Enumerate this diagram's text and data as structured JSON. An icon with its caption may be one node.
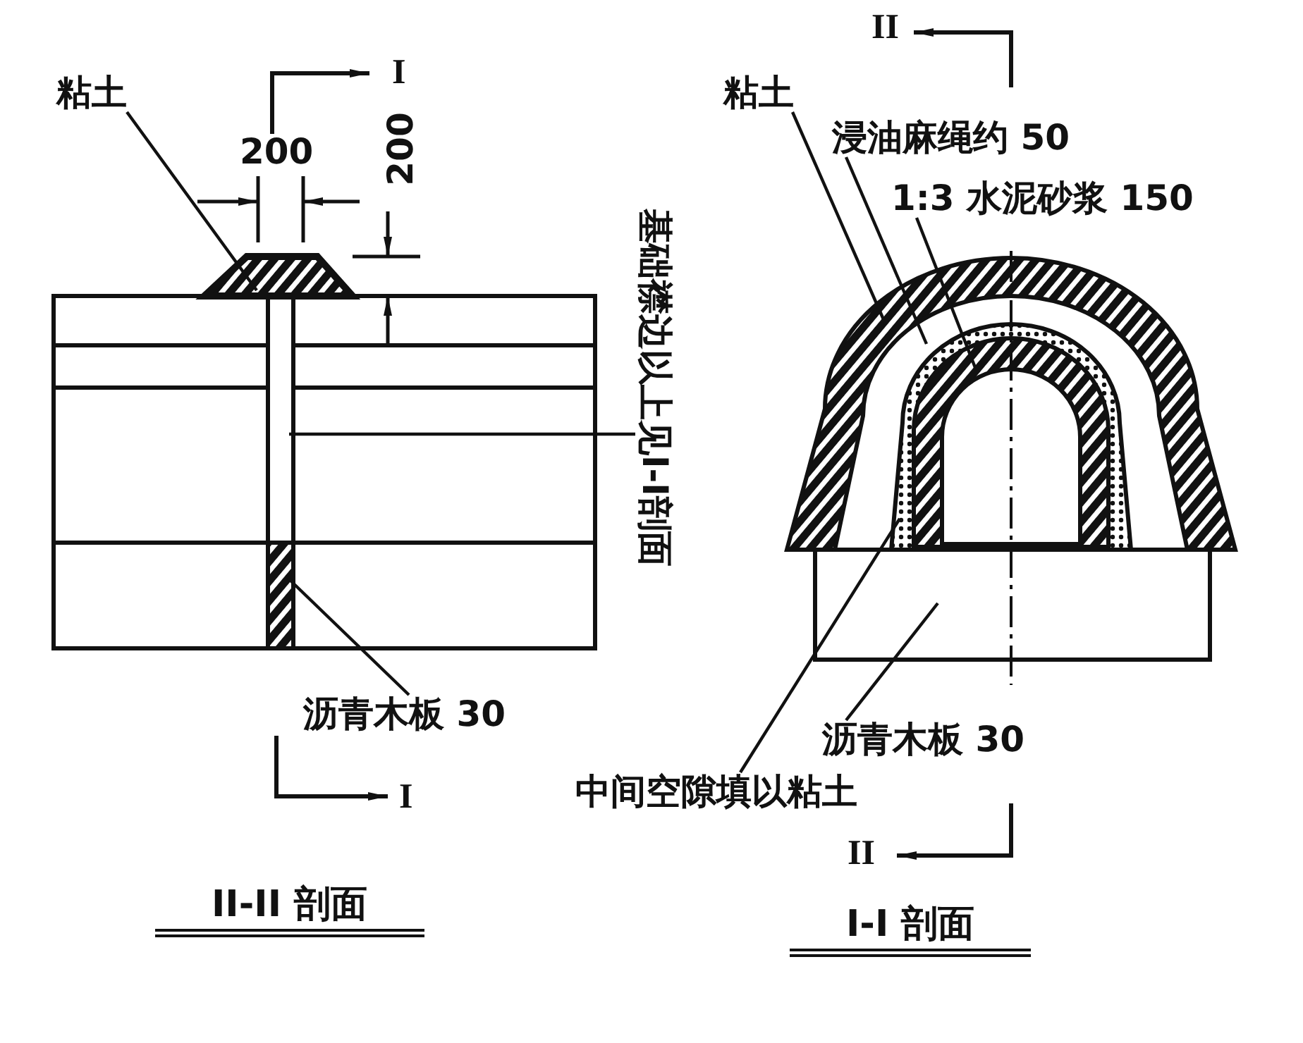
{
  "diagram": {
    "nodes": [
      {
        "text": [
          "粘土"
        ]
      },
      {
        "text": [
          "基础襟边以上见I-I剖面"
        ]
      },
      {
        "text": [
          "沥青木板 30"
        ]
      },
      {
        "text": [
          "粘土"
        ]
      },
      {
        "text": [
          "浸油麻绳约 50"
        ]
      },
      {
        "text": [
          "1:3 水泥砂浆 150"
        ]
      },
      {
        "text": [
          "沥青木板 30"
        ]
      },
      {
        "text": [
          "中间空隙填以粘土"
        ]
      }
    ],
    "edges": [
      {
        "from": 0,
        "to": null,
        "arrow": "none"
      },
      {
        "from": 1,
        "to": null,
        "arrow": "none"
      },
      {
        "from": 2,
        "to": null,
        "arrow": "none"
      },
      {
        "from": 3,
        "to": null,
        "arrow": "none"
      },
      {
        "from": 4,
        "to": null,
        "arrow": "none"
      },
      {
        "from": 5,
        "to": null,
        "arrow": "none"
      },
      {
        "from": 6,
        "to": null,
        "arrow": "none"
      },
      {
        "from": 7,
        "to": null,
        "arrow": "none"
      }
    ],
    "labels": [
      "200",
      "200",
      "I",
      "I",
      "II",
      "II",
      "II-II 剖面",
      "I-I 剖面"
    ]
  }
}
